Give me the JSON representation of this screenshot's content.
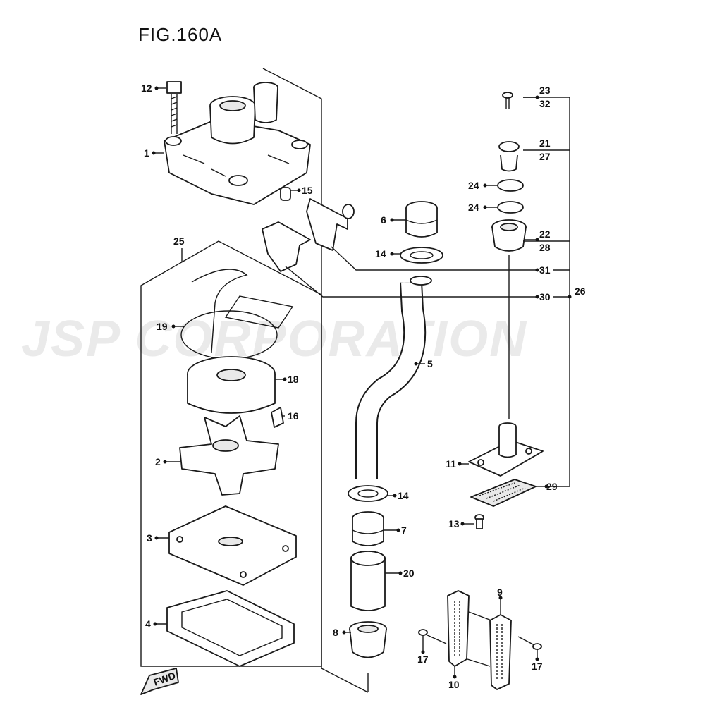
{
  "figure": {
    "title": "FIG.160A"
  },
  "watermark": {
    "text": "JSP CORPORATION"
  },
  "fwd_arrow": {
    "text": "FWD"
  },
  "callouts": [
    {
      "id": "c12",
      "text": "12"
    },
    {
      "id": "c1",
      "text": "1"
    },
    {
      "id": "c15",
      "text": "15"
    },
    {
      "id": "c25",
      "text": "25"
    },
    {
      "id": "c19",
      "text": "19"
    },
    {
      "id": "c18",
      "text": "18"
    },
    {
      "id": "c16",
      "text": "16"
    },
    {
      "id": "c2",
      "text": "2"
    },
    {
      "id": "c3",
      "text": "3"
    },
    {
      "id": "c4",
      "text": "4"
    },
    {
      "id": "c6",
      "text": "6"
    },
    {
      "id": "c14a",
      "text": "14"
    },
    {
      "id": "c5",
      "text": "5"
    },
    {
      "id": "c14b",
      "text": "14"
    },
    {
      "id": "c7",
      "text": "7"
    },
    {
      "id": "c20",
      "text": "20"
    },
    {
      "id": "c8",
      "text": "8"
    },
    {
      "id": "c23",
      "text": "23"
    },
    {
      "id": "c32",
      "text": "32"
    },
    {
      "id": "c21",
      "text": "21"
    },
    {
      "id": "c27",
      "text": "27"
    },
    {
      "id": "c24a",
      "text": "24"
    },
    {
      "id": "c24b",
      "text": "24"
    },
    {
      "id": "c22",
      "text": "22"
    },
    {
      "id": "c28",
      "text": "28"
    },
    {
      "id": "c31",
      "text": "31"
    },
    {
      "id": "c30",
      "text": "30"
    },
    {
      "id": "c26",
      "text": "26"
    },
    {
      "id": "c11",
      "text": "11"
    },
    {
      "id": "c29",
      "text": "29"
    },
    {
      "id": "c13",
      "text": "13"
    },
    {
      "id": "c9",
      "text": "9"
    },
    {
      "id": "c17a",
      "text": "17"
    },
    {
      "id": "c10",
      "text": "10"
    },
    {
      "id": "c17b",
      "text": "17"
    }
  ]
}
